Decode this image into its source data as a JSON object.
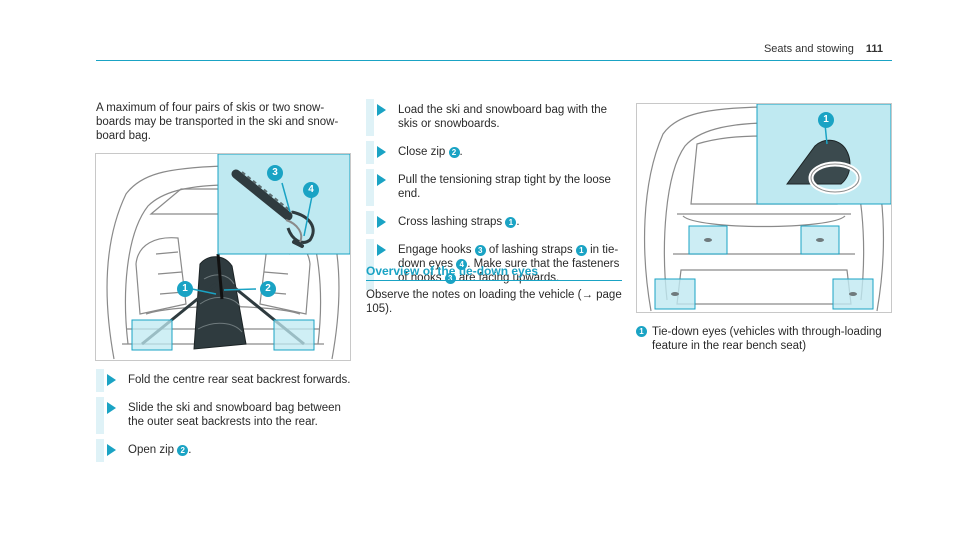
{
  "header": {
    "section": "Seats and stowing",
    "page_number": "111"
  },
  "intro_text": "A maximum of four pairs of skis or two snow-boards may be transported in the ski and snow-board bag.",
  "figure1": {
    "callouts": [
      "1",
      "2",
      "3",
      "4"
    ]
  },
  "steps_left": [
    {
      "text": "Fold the centre rear seat backrest forwards."
    },
    {
      "text": "Slide the ski and snowboard bag between the outer seat backrests into the rear."
    },
    {
      "before": "Open zip ",
      "num": "2",
      "after": "."
    }
  ],
  "steps_mid": [
    {
      "text": "Load the ski and snowboard bag with the skis or snowboards."
    },
    {
      "before": "Close zip ",
      "num": "2",
      "after": "."
    },
    {
      "text": "Pull the tensioning strap tight by the loose end."
    },
    {
      "before": "Cross lashing straps ",
      "num": "1",
      "after": "."
    },
    {
      "p1": "Engage hooks ",
      "n1": "3",
      "p2": " of lashing straps ",
      "n2": "1",
      "p3": " in tie-down eyes ",
      "n3": "4",
      "p4": ". Make sure that the fasteners of hooks ",
      "n4": "3",
      "p5": " are facing upwards."
    }
  ],
  "section": {
    "title": "Overview of the tie-down eyes",
    "body": "Observe the notes on loading the vehicle (→ page 105)."
  },
  "figure2": {
    "callouts": [
      "1"
    ]
  },
  "caption": {
    "num": "1",
    "text": "Tie-down eyes (vehicles with through-loading feature in the rear bench seat)"
  },
  "colors": {
    "accent": "#1aa3c4",
    "highlight": "#bfe9f1",
    "line_art": "#8a8a8a"
  }
}
